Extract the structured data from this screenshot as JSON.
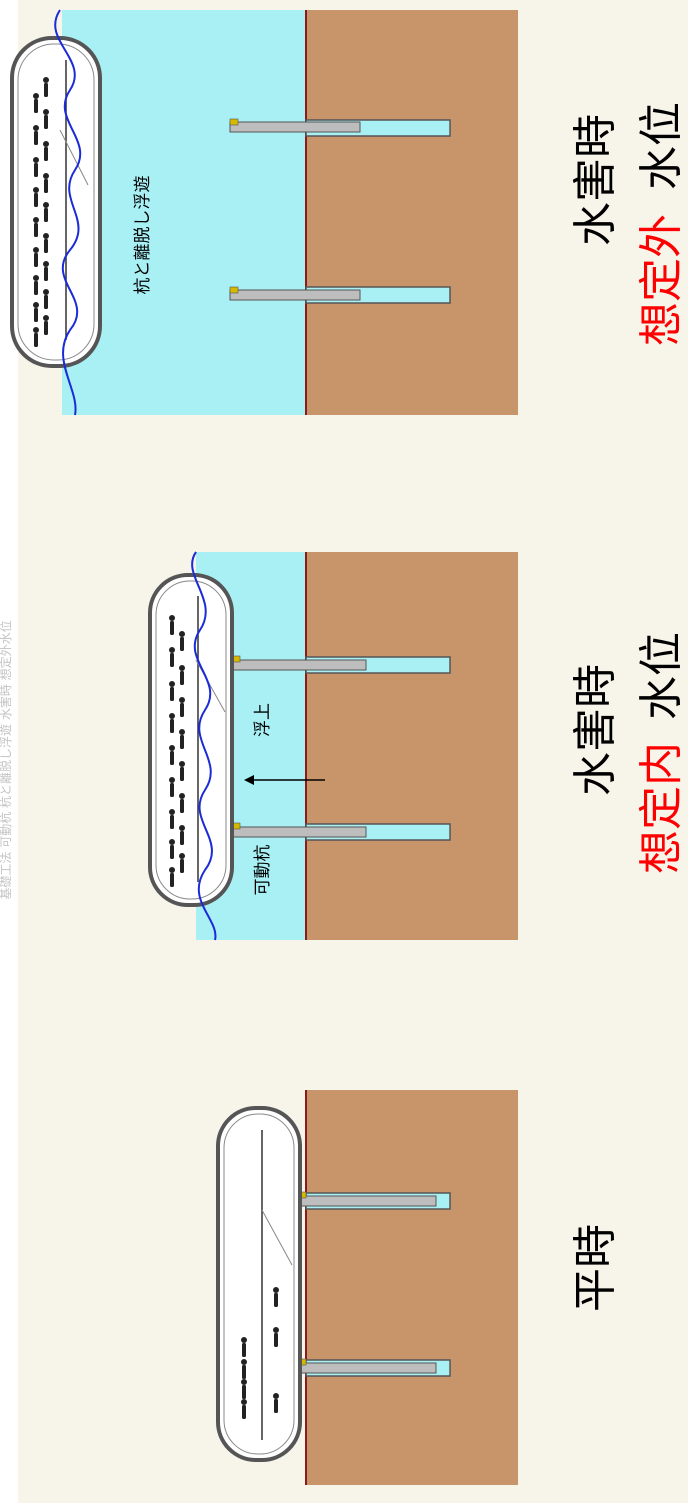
{
  "colors": {
    "background": "#f7f4ea",
    "ground": "#c8956a",
    "ground_line": "#8b1a1a",
    "water": "#a9f0f5",
    "water_line": "#1a2bd8",
    "pile": "#bdbdbd",
    "pile_outline": "#555555",
    "capsule_outline": "#555555",
    "capsule_fill": "#ffffff",
    "caption_black": "#000000",
    "caption_red": "#ff0000"
  },
  "top_strip": {
    "text": "基礎工法 可動杭 杭と離脱し浮遊 水害時 想定外水位"
  },
  "panels": [
    {
      "id": "normal",
      "caption_black": "平時",
      "caption_red": "",
      "caption_black2": "",
      "labels": []
    },
    {
      "id": "flood-expected",
      "caption_black": "水害時",
      "caption_red": "想定内",
      "caption_black2": "水位",
      "labels": [
        "可動杭",
        "浮上"
      ]
    },
    {
      "id": "flood-unexpected",
      "caption_black": "水害時",
      "caption_red": "想定外",
      "caption_black2": "水位",
      "labels": [
        "杭と離脱し浮遊"
      ]
    }
  ]
}
